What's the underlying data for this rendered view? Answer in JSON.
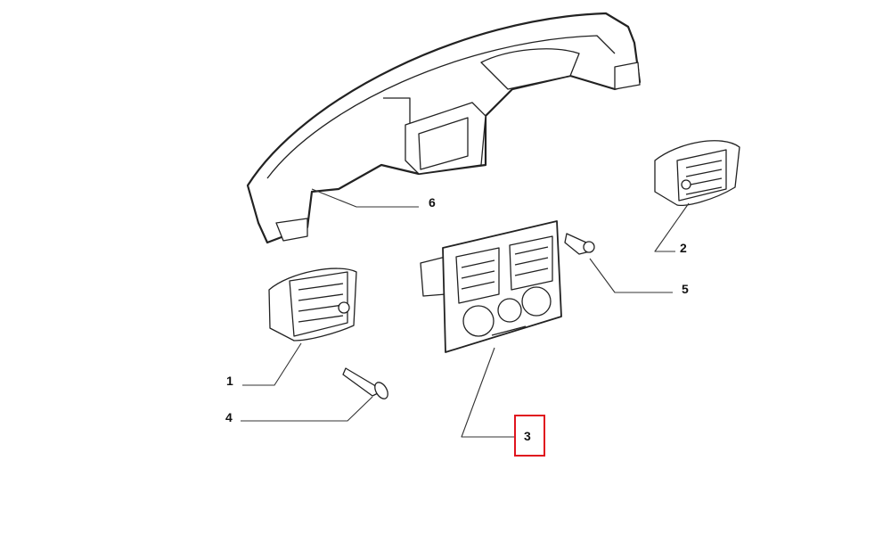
{
  "labels": {
    "p1": "1",
    "p2": "2",
    "p3": "3",
    "p4": "4",
    "p5": "5",
    "p6": "6"
  },
  "highlight_color": "#e0141e",
  "highlighted_part": "3"
}
